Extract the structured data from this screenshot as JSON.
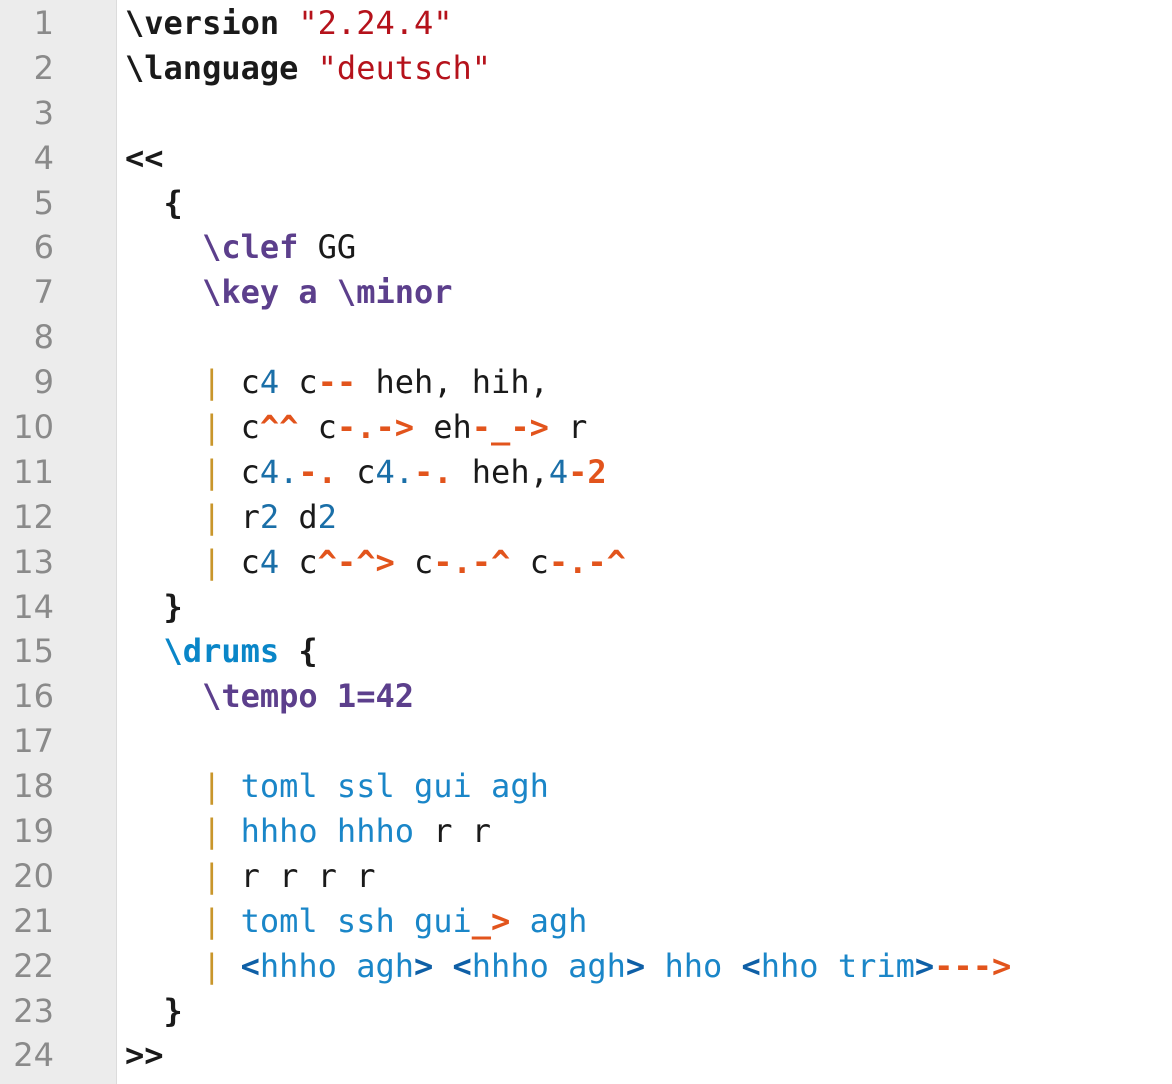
{
  "colors": {
    "gutter_bg": "#ececec",
    "line_number": "#8a8a8a",
    "keyword_purple": "#5c3f8c",
    "keyword_cyan": "#0a86c8",
    "string_red": "#b5121b",
    "articulation_orange": "#e2541c",
    "bar_gold": "#c9962b",
    "drum_blue": "#1a86c8",
    "chord_bracket": "#0e5fa6"
  },
  "lines": [
    {
      "n": "1",
      "tokens": [
        {
          "t": "\\version",
          "c": "kw-black"
        },
        {
          "t": " ",
          "c": "plain"
        },
        {
          "t": "\"2.24.4\"",
          "c": "str"
        }
      ]
    },
    {
      "n": "2",
      "tokens": [
        {
          "t": "\\language",
          "c": "kw-black"
        },
        {
          "t": " ",
          "c": "plain"
        },
        {
          "t": "\"deutsch\"",
          "c": "str"
        }
      ]
    },
    {
      "n": "3",
      "tokens": []
    },
    {
      "n": "4",
      "tokens": [
        {
          "t": "<<",
          "c": "kw-black"
        }
      ]
    },
    {
      "n": "5",
      "tokens": [
        {
          "t": "  ",
          "c": "plain"
        },
        {
          "t": "{",
          "c": "kw-black"
        }
      ]
    },
    {
      "n": "6",
      "tokens": [
        {
          "t": "    ",
          "c": "plain"
        },
        {
          "t": "\\clef",
          "c": "kw-purple"
        },
        {
          "t": " GG",
          "c": "plain"
        }
      ]
    },
    {
      "n": "7",
      "tokens": [
        {
          "t": "    ",
          "c": "plain"
        },
        {
          "t": "\\key a \\minor",
          "c": "kw-purple"
        }
      ]
    },
    {
      "n": "8",
      "tokens": []
    },
    {
      "n": "9",
      "tokens": [
        {
          "t": "    ",
          "c": "plain"
        },
        {
          "t": "|",
          "c": "bar"
        },
        {
          "t": " c",
          "c": "plain"
        },
        {
          "t": "4",
          "c": "num"
        },
        {
          "t": " c",
          "c": "plain"
        },
        {
          "t": "--",
          "c": "art"
        },
        {
          "t": " heh, hih,",
          "c": "plain"
        }
      ]
    },
    {
      "n": "10",
      "tokens": [
        {
          "t": "    ",
          "c": "plain"
        },
        {
          "t": "|",
          "c": "bar"
        },
        {
          "t": " c",
          "c": "plain"
        },
        {
          "t": "^^",
          "c": "art"
        },
        {
          "t": " c",
          "c": "plain"
        },
        {
          "t": "-.->",
          "c": "art"
        },
        {
          "t": " eh",
          "c": "plain"
        },
        {
          "t": "-_->",
          "c": "art"
        },
        {
          "t": " r",
          "c": "plain"
        }
      ]
    },
    {
      "n": "11",
      "tokens": [
        {
          "t": "    ",
          "c": "plain"
        },
        {
          "t": "|",
          "c": "bar"
        },
        {
          "t": " c",
          "c": "plain"
        },
        {
          "t": "4.",
          "c": "num"
        },
        {
          "t": "-.",
          "c": "art"
        },
        {
          "t": " c",
          "c": "plain"
        },
        {
          "t": "4.",
          "c": "num"
        },
        {
          "t": "-.",
          "c": "art"
        },
        {
          "t": " heh,",
          "c": "plain"
        },
        {
          "t": "4",
          "c": "num"
        },
        {
          "t": "-2",
          "c": "art"
        }
      ]
    },
    {
      "n": "12",
      "tokens": [
        {
          "t": "    ",
          "c": "plain"
        },
        {
          "t": "|",
          "c": "bar"
        },
        {
          "t": " r",
          "c": "plain"
        },
        {
          "t": "2",
          "c": "num"
        },
        {
          "t": " d",
          "c": "plain"
        },
        {
          "t": "2",
          "c": "num"
        }
      ]
    },
    {
      "n": "13",
      "tokens": [
        {
          "t": "    ",
          "c": "plain"
        },
        {
          "t": "|",
          "c": "bar"
        },
        {
          "t": " c",
          "c": "plain"
        },
        {
          "t": "4",
          "c": "num"
        },
        {
          "t": " c",
          "c": "plain"
        },
        {
          "t": "^-^>",
          "c": "art"
        },
        {
          "t": " c",
          "c": "plain"
        },
        {
          "t": "-.-^",
          "c": "art"
        },
        {
          "t": " c",
          "c": "plain"
        },
        {
          "t": "-.-^",
          "c": "art"
        }
      ]
    },
    {
      "n": "14",
      "tokens": [
        {
          "t": "  ",
          "c": "plain"
        },
        {
          "t": "}",
          "c": "kw-black"
        }
      ]
    },
    {
      "n": "15",
      "tokens": [
        {
          "t": "  ",
          "c": "plain"
        },
        {
          "t": "\\drums",
          "c": "kw-cyan"
        },
        {
          "t": " ",
          "c": "plain"
        },
        {
          "t": "{",
          "c": "kw-black"
        }
      ]
    },
    {
      "n": "16",
      "tokens": [
        {
          "t": "    ",
          "c": "plain"
        },
        {
          "t": "\\tempo 1=42",
          "c": "kw-purple"
        }
      ]
    },
    {
      "n": "17",
      "tokens": []
    },
    {
      "n": "18",
      "tokens": [
        {
          "t": "    ",
          "c": "plain"
        },
        {
          "t": "|",
          "c": "bar"
        },
        {
          "t": " toml ssl gui agh",
          "c": "drum"
        }
      ]
    },
    {
      "n": "19",
      "tokens": [
        {
          "t": "    ",
          "c": "plain"
        },
        {
          "t": "|",
          "c": "bar"
        },
        {
          "t": " hhho hhho",
          "c": "drum"
        },
        {
          "t": " r r",
          "c": "plain"
        }
      ]
    },
    {
      "n": "20",
      "tokens": [
        {
          "t": "    ",
          "c": "plain"
        },
        {
          "t": "|",
          "c": "bar"
        },
        {
          "t": " r r r r",
          "c": "plain"
        }
      ]
    },
    {
      "n": "21",
      "tokens": [
        {
          "t": "    ",
          "c": "plain"
        },
        {
          "t": "|",
          "c": "bar"
        },
        {
          "t": " toml ssh gui",
          "c": "drum"
        },
        {
          "t": "_>",
          "c": "art"
        },
        {
          "t": " agh",
          "c": "drum"
        }
      ]
    },
    {
      "n": "22",
      "tokens": [
        {
          "t": "    ",
          "c": "plain"
        },
        {
          "t": "|",
          "c": "bar"
        },
        {
          "t": " ",
          "c": "plain"
        },
        {
          "t": "<",
          "c": "chord"
        },
        {
          "t": "hhho agh",
          "c": "drum"
        },
        {
          "t": ">",
          "c": "chord"
        },
        {
          "t": " ",
          "c": "plain"
        },
        {
          "t": "<",
          "c": "chord"
        },
        {
          "t": "hhho agh",
          "c": "drum"
        },
        {
          "t": ">",
          "c": "chord"
        },
        {
          "t": " hho ",
          "c": "drum"
        },
        {
          "t": "<",
          "c": "chord"
        },
        {
          "t": "hho trim",
          "c": "drum"
        },
        {
          "t": ">",
          "c": "chord"
        },
        {
          "t": "--->",
          "c": "art"
        }
      ]
    },
    {
      "n": "23",
      "tokens": [
        {
          "t": "  ",
          "c": "plain"
        },
        {
          "t": "}",
          "c": "kw-black"
        }
      ]
    },
    {
      "n": "24",
      "tokens": [
        {
          "t": ">>",
          "c": "kw-black"
        }
      ]
    }
  ]
}
